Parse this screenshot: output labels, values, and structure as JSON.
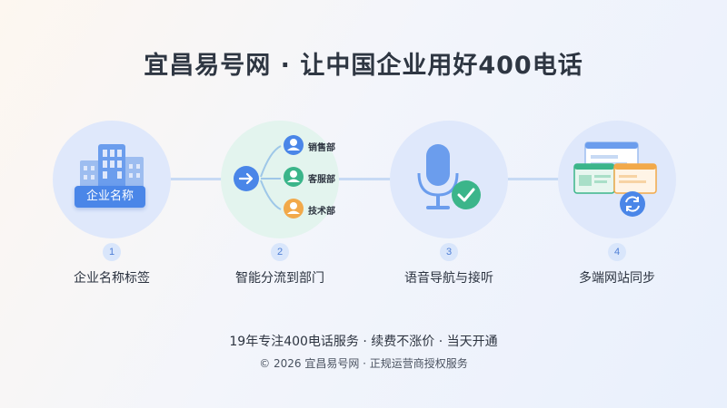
{
  "title": "宜昌易号网 · 让中国企业用好400电话",
  "steps": [
    {
      "number": "1",
      "label": "企业名称标签",
      "tag": "企业名称"
    },
    {
      "number": "2",
      "label": "智能分流到部门",
      "departments": [
        "销售部",
        "客服部",
        "技术部"
      ]
    },
    {
      "number": "3",
      "label": "语音导航与接听"
    },
    {
      "number": "4",
      "label": "多端网站同步"
    }
  ],
  "footer": {
    "line1": "19年专注400电话服务 · 续费不涨价 · 当天开通",
    "line2": "© 2026 宜昌易号网 · 正规运营商授权服务"
  },
  "colors": {
    "accent": "#4a86e8",
    "green": "#3bb58a",
    "orange": "#f2a94a",
    "step_bg": "#dfe8fb",
    "step2_bg": "#e3f4ee"
  }
}
